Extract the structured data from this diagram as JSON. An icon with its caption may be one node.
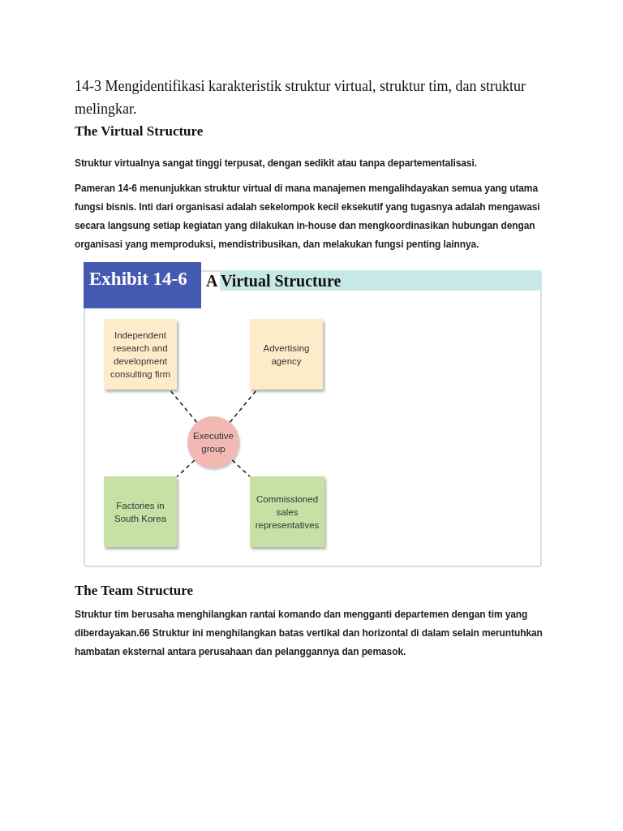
{
  "diagram": {
    "title": "14-3 Mengidentifikasi karakteristik struktur virtual, struktur tim, dan struktur melingkar.",
    "nodes": [
      {
        "text": [
          "Independent research and development consulting firm"
        ]
      },
      {
        "text": [
          "Advertising agency"
        ]
      },
      {
        "text": [
          "Executive group"
        ]
      },
      {
        "text": [
          "Factories in South Korea"
        ]
      },
      {
        "text": [
          "Commissioned sales representatives"
        ]
      }
    ],
    "edges": [
      {
        "from": 2,
        "to": 0,
        "arrow": "none",
        "style": "dashed"
      },
      {
        "from": 2,
        "to": 1,
        "arrow": "none",
        "style": "dashed"
      },
      {
        "from": 2,
        "to": 3,
        "arrow": "none",
        "style": "dashed"
      },
      {
        "from": 2,
        "to": 4,
        "arrow": "none",
        "style": "dashed"
      }
    ],
    "labels": [
      "The Virtual Structure",
      "Struktur virtualnya sangat tinggi terpusat, dengan sedikit atau tanpa departementalisasi.",
      "Pameran 14-6 menunjukkan struktur virtual di mana manajemen mengalihdayakan semua yang utama fungsi bisnis. Inti dari organisasi adalah sekelompok kecil eksekutif yang tugasnya adalah mengawasi secara langsung setiap kegiatan yang dilakukan in-house dan mengkoordinasikan hubungan dengan organisasi yang memproduksi, mendistribusikan, dan melakukan fungsi penting lainnya.",
      "Exhibit 14-6",
      "A Virtual Structure",
      "The Team Structure",
      "Struktur tim berusaha menghilangkan rantai komando dan mengganti departemen dengan tim yang diberdayakan.66 Struktur ini menghilangkan batas vertikal dan horizontal di dalam selain meruntuhkan hambatan eksternal antara perusahaan dan pelanggannya dan pemasok."
    ]
  }
}
